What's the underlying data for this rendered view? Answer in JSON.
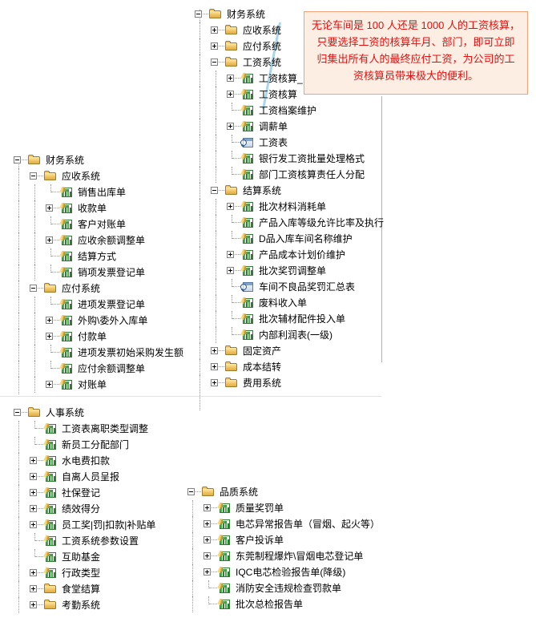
{
  "callout": {
    "text": "无论车间是 100 人还是 1000 人的工资核算，只要选择工资的核算年月、部门，即可立即归集出所有人的最终应付工资，为公司的工资核算员带来极大的便利。",
    "lines": [
      "无论车间是 100 人还是 1000 人的工资核算，",
      "只要选择工资的核算年月、部门，即可立即",
      "归集出所有人的最终应付工资，为公司的工",
      "资核算员带来极大的便利。"
    ],
    "text_color": "#e01010",
    "background": "#fdeee3",
    "border_color": "#f0a37a"
  },
  "trees": {
    "left_finance": {
      "root_label": "财务系统",
      "nodes": [
        {
          "label": "财务系统",
          "depth": 0,
          "icon": "folder-icon",
          "state": "minus"
        },
        {
          "label": "应收系统",
          "depth": 1,
          "icon": "folder-icon",
          "state": "minus"
        },
        {
          "label": "销售出库单",
          "depth": 2,
          "icon": "sheet-icon",
          "state": "leaf"
        },
        {
          "label": "收款单",
          "depth": 2,
          "icon": "sheet-icon",
          "state": "plus"
        },
        {
          "label": "客户对账单",
          "depth": 2,
          "icon": "sheet-icon",
          "state": "leaf"
        },
        {
          "label": "应收余额调整单",
          "depth": 2,
          "icon": "sheet-icon",
          "state": "plus"
        },
        {
          "label": "结算方式",
          "depth": 2,
          "icon": "sheet-icon",
          "state": "leaf"
        },
        {
          "label": "销项发票登记单",
          "depth": 2,
          "icon": "sheet-icon",
          "state": "leaf"
        },
        {
          "label": "应付系统",
          "depth": 1,
          "icon": "folder-icon",
          "state": "minus"
        },
        {
          "label": "进项发票登记单",
          "depth": 2,
          "icon": "sheet-icon",
          "state": "leaf"
        },
        {
          "label": "外购\\委外入库单",
          "depth": 2,
          "icon": "sheet-icon",
          "state": "plus"
        },
        {
          "label": "付款单",
          "depth": 2,
          "icon": "sheet-icon",
          "state": "plus"
        },
        {
          "label": "进项发票初始采购发生额",
          "depth": 2,
          "icon": "sheet-icon",
          "state": "leaf"
        },
        {
          "label": "应付余额调整单",
          "depth": 2,
          "icon": "sheet-icon",
          "state": "leaf"
        },
        {
          "label": "对账单",
          "depth": 2,
          "icon": "sheet-icon",
          "state": "plus"
        }
      ]
    },
    "left_hr": {
      "root_label": "人事系统",
      "nodes": [
        {
          "label": "人事系统",
          "depth": 0,
          "icon": "folder-icon",
          "state": "minus"
        },
        {
          "label": "工资表离职类型调整",
          "depth": 1,
          "icon": "sheet-icon",
          "state": "leaf"
        },
        {
          "label": "新员工分配部门",
          "depth": 1,
          "icon": "sheet-icon",
          "state": "leaf"
        },
        {
          "label": "水电费扣款",
          "depth": 1,
          "icon": "sheet-icon",
          "state": "plus"
        },
        {
          "label": "自离人员呈报",
          "depth": 1,
          "icon": "sheet-icon",
          "state": "plus"
        },
        {
          "label": "社保登记",
          "depth": 1,
          "icon": "sheet-icon",
          "state": "plus"
        },
        {
          "label": "绩效得分",
          "depth": 1,
          "icon": "sheet-icon",
          "state": "plus"
        },
        {
          "label": "员工奖|罚|扣款|补贴单",
          "depth": 1,
          "icon": "sheet-icon",
          "state": "plus"
        },
        {
          "label": "工资系统参数设置",
          "depth": 1,
          "icon": "sheet-icon",
          "state": "leaf"
        },
        {
          "label": "互助基金",
          "depth": 1,
          "icon": "sheet-icon",
          "state": "leaf"
        },
        {
          "label": "行政类型",
          "depth": 1,
          "icon": "sheet-icon",
          "state": "plus"
        },
        {
          "label": "食堂结算",
          "depth": 1,
          "icon": "folder-icon",
          "state": "plus"
        },
        {
          "label": "考勤系统",
          "depth": 1,
          "icon": "folder-icon",
          "state": "plus"
        }
      ]
    },
    "center_finance": {
      "root_label": "财务系统",
      "nodes": [
        {
          "label": "财务系统",
          "depth": 0,
          "icon": "folder-icon",
          "state": "minus"
        },
        {
          "label": "应收系统",
          "depth": 1,
          "icon": "folder-icon",
          "state": "plus"
        },
        {
          "label": "应付系统",
          "depth": 1,
          "icon": "folder-icon",
          "state": "plus"
        },
        {
          "label": "工资系统",
          "depth": 1,
          "icon": "folder-icon",
          "state": "minus"
        },
        {
          "label": "工资核算_",
          "depth": 2,
          "icon": "sheet-icon",
          "state": "plus"
        },
        {
          "label": "工资核算",
          "depth": 2,
          "icon": "sheet-icon",
          "state": "plus"
        },
        {
          "label": "工资档案维护",
          "depth": 2,
          "icon": "sheet-icon",
          "state": "leaf"
        },
        {
          "label": "调薪单",
          "depth": 2,
          "icon": "sheet-icon",
          "state": "plus"
        },
        {
          "label": "工资表",
          "depth": 2,
          "icon": "report-icon",
          "state": "leaf"
        },
        {
          "label": "银行发工资批量处理格式",
          "depth": 2,
          "icon": "sheet-icon",
          "state": "leaf"
        },
        {
          "label": "部门工资核算责任人分配",
          "depth": 2,
          "icon": "sheet-icon",
          "state": "leaf"
        },
        {
          "label": "结算系统",
          "depth": 1,
          "icon": "folder-icon",
          "state": "minus"
        },
        {
          "label": "批次材料消耗单",
          "depth": 2,
          "icon": "sheet-icon",
          "state": "plus"
        },
        {
          "label": "产品入库等级允许比率及执行",
          "depth": 2,
          "icon": "sheet-icon",
          "state": "leaf"
        },
        {
          "label": "D品入库车间名称维护",
          "depth": 2,
          "icon": "sheet-icon",
          "state": "leaf"
        },
        {
          "label": "产品成本计划价维护",
          "depth": 2,
          "icon": "sheet-icon",
          "state": "plus"
        },
        {
          "label": "批次奖罚调整单",
          "depth": 2,
          "icon": "sheet-icon",
          "state": "plus"
        },
        {
          "label": "车间不良品奖罚汇总表",
          "depth": 2,
          "icon": "report-icon",
          "state": "leaf"
        },
        {
          "label": "废料收入单",
          "depth": 2,
          "icon": "sheet-icon",
          "state": "leaf"
        },
        {
          "label": "批次辅材配件投入单",
          "depth": 2,
          "icon": "sheet-icon",
          "state": "leaf"
        },
        {
          "label": "内部利润表(一级)",
          "depth": 2,
          "icon": "sheet-icon",
          "state": "leaf"
        },
        {
          "label": "固定资产",
          "depth": 1,
          "icon": "folder-icon",
          "state": "plus"
        },
        {
          "label": "成本结转",
          "depth": 1,
          "icon": "folder-icon",
          "state": "plus"
        },
        {
          "label": "费用系统",
          "depth": 1,
          "icon": "folder-icon",
          "state": "plus"
        }
      ]
    },
    "bottom_quality": {
      "root_label": "品质系统",
      "nodes": [
        {
          "label": "品质系统",
          "depth": 0,
          "icon": "folder-icon",
          "state": "minus"
        },
        {
          "label": "质量奖罚单",
          "depth": 1,
          "icon": "sheet-icon",
          "state": "plus"
        },
        {
          "label": "电芯异常报告单（冒烟、起火等）",
          "depth": 1,
          "icon": "sheet-icon",
          "state": "plus"
        },
        {
          "label": "客户投诉单",
          "depth": 1,
          "icon": "sheet-icon",
          "state": "plus"
        },
        {
          "label": "东莞制程爆炸\\冒烟电芯登记单",
          "depth": 1,
          "icon": "sheet-icon",
          "state": "plus"
        },
        {
          "label": "IQC电芯检验报告单(降级)",
          "depth": 1,
          "icon": "sheet-icon",
          "state": "plus"
        },
        {
          "label": "消防安全违规检查罚款单",
          "depth": 1,
          "icon": "sheet-icon",
          "state": "leaf"
        },
        {
          "label": "批次总检报告单",
          "depth": 1,
          "icon": "sheet-icon",
          "state": "leaf"
        }
      ]
    }
  }
}
